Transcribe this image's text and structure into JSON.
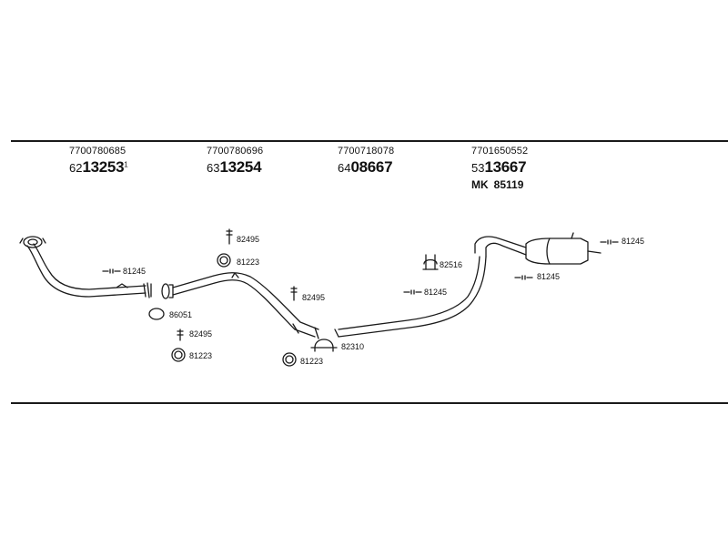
{
  "header": {
    "columns": [
      {
        "oe_number": "7700780685",
        "prefix": "62",
        "part": "13253",
        "suffix": "1"
      },
      {
        "oe_number": "7700780696",
        "prefix": "63",
        "part": "13254",
        "suffix": ""
      },
      {
        "oe_number": "7700718078",
        "prefix": "64",
        "part": "08667",
        "suffix": ""
      },
      {
        "oe_number": "7701650552",
        "prefix": "53",
        "part": "13667",
        "suffix": "",
        "mk_prefix": "MK",
        "mk_number": "85119"
      }
    ]
  },
  "parts": {
    "bracket_front": "81245",
    "gasket_front": "86051",
    "bolt_front": "82495",
    "ring_front": "81223",
    "bolt_mid_top": "82495",
    "ring_mid_top": "81223",
    "bolt_mid": "82495",
    "clamp_center": "82310",
    "ring_center": "81223",
    "clamp_rear": "82516",
    "bracket_center": "81245",
    "bracket_muffler": "81245",
    "bracket_tail": "81245"
  },
  "colors": {
    "line": "#1a1a1a",
    "background": "#ffffff"
  }
}
